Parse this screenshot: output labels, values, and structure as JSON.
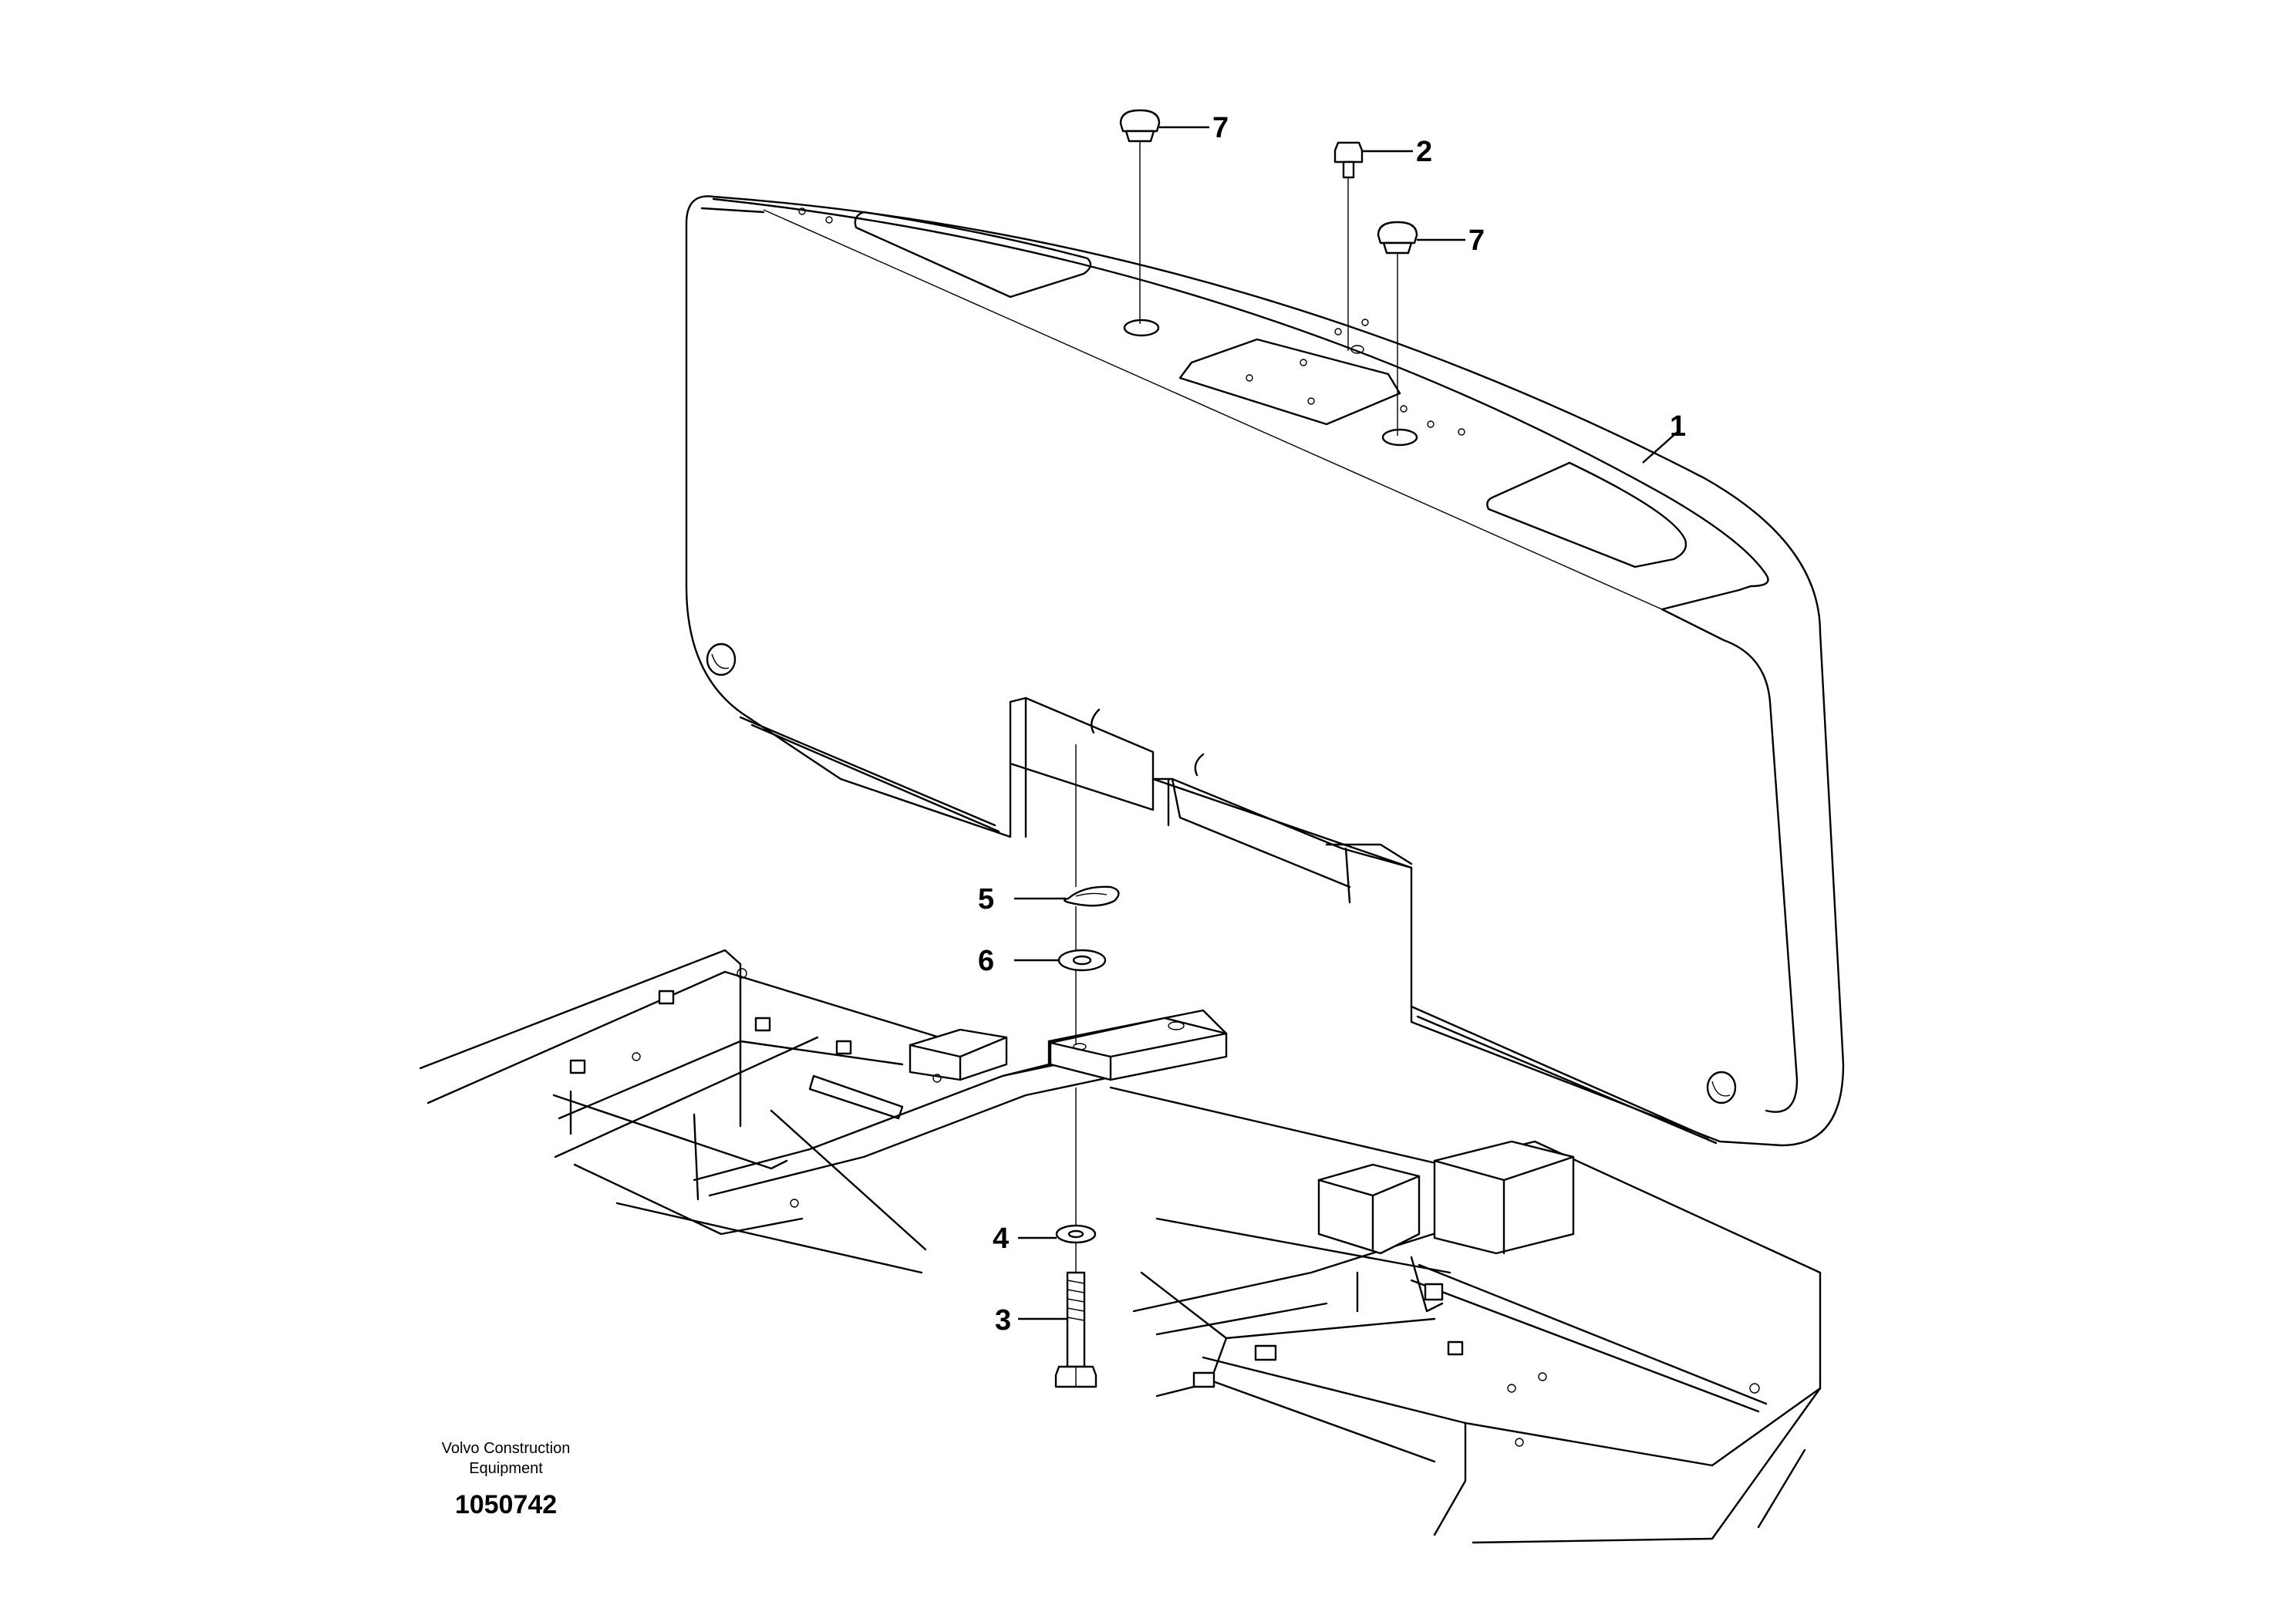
{
  "diagram": {
    "callouts": [
      {
        "id": "callout-7a",
        "text": "7"
      },
      {
        "id": "callout-2",
        "text": "2"
      },
      {
        "id": "callout-7b",
        "text": "7"
      },
      {
        "id": "callout-1",
        "text": "1"
      },
      {
        "id": "callout-5",
        "text": "5"
      },
      {
        "id": "callout-6",
        "text": "6"
      },
      {
        "id": "callout-4",
        "text": "4"
      },
      {
        "id": "callout-3",
        "text": "3"
      }
    ],
    "brand_line1": "Volvo Construction",
    "brand_line2": "Equipment",
    "doc_number": "1050742"
  }
}
